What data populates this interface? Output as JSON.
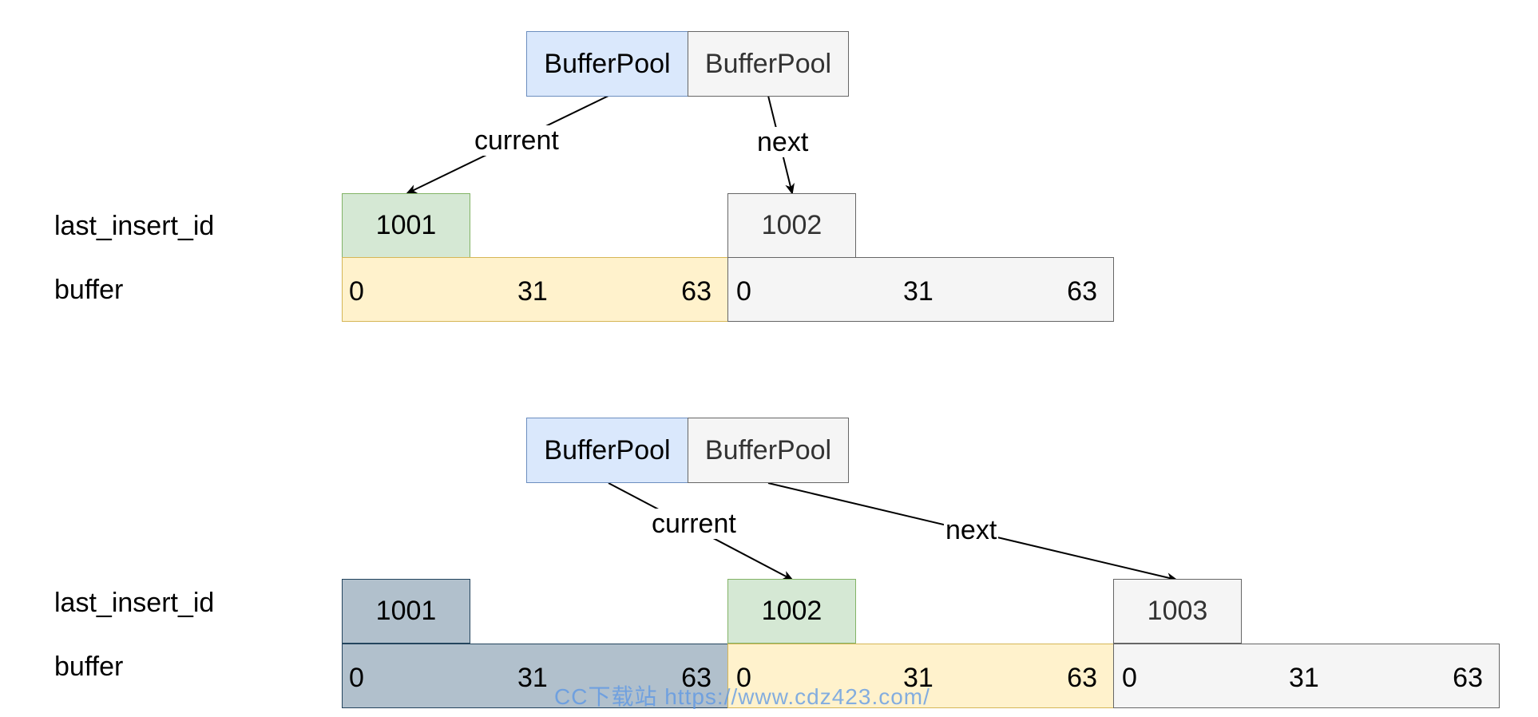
{
  "colors": {
    "pool_current": "#dae8fc",
    "pool_current_border": "#6c8ebf",
    "pool_other": "#f5f5f5",
    "id_current": "#d5e8d4",
    "id_current_border": "#82b366",
    "id_other": "#f5f5f5",
    "buffer_current": "#fff2cc",
    "buffer_current_border": "#d6b656",
    "buffer_other": "#f5f5f5",
    "used_fill": "#b1c0cc",
    "used_border": "#23445d",
    "watermark": "#5a96e6"
  },
  "top": {
    "pool_left": "BufferPool",
    "pool_right": "BufferPool",
    "edge_current": "current",
    "edge_next": "next",
    "row_label_id": "last_insert_id",
    "row_label_buffer": "buffer",
    "id_a": "1001",
    "id_b": "1002",
    "buffer_a": [
      "0",
      "31",
      "63"
    ],
    "buffer_b": [
      "0",
      "31",
      "63"
    ]
  },
  "bottom": {
    "pool_left": "BufferPool",
    "pool_right": "BufferPool",
    "edge_current": "current",
    "edge_next": "next",
    "row_label_id": "last_insert_id",
    "row_label_buffer": "buffer",
    "id_a": "1001",
    "id_b": "1002",
    "id_c": "1003",
    "buffer_a": [
      "0",
      "31",
      "63"
    ],
    "buffer_b": [
      "0",
      "31",
      "63"
    ],
    "buffer_c": [
      "0",
      "31",
      "63"
    ]
  },
  "watermark": "CC下载站  https://www.cdz423.com/"
}
